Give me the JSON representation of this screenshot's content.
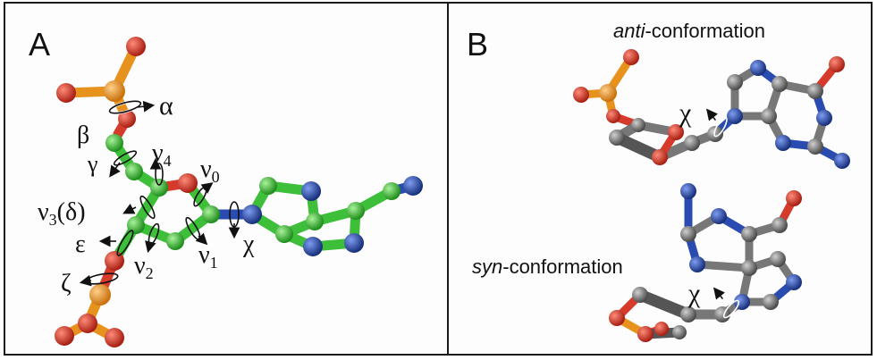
{
  "panels": {
    "a": {
      "letter": "A"
    },
    "b": {
      "letter": "B"
    }
  },
  "torsion_labels": {
    "alpha": "α",
    "beta": "β",
    "gamma": "γ",
    "epsilon": "ε",
    "zeta": "ζ",
    "chi": "χ",
    "nu": "ν",
    "nu0_sub": "0",
    "nu1_sub": "1",
    "nu2_sub": "2",
    "nu3_sub": "3",
    "nu4_sub": "4",
    "delta_paren": "(δ)"
  },
  "conformations": {
    "anti_prefix": "anti",
    "anti_suffix": "-conformation",
    "syn_prefix": "syn",
    "syn_suffix": "-conformation"
  },
  "colors": {
    "phosphorus": "#e8921e",
    "oxygen": "#d63a2a",
    "carbon_green": "#3dbf3a",
    "nitrogen": "#2a4bb0",
    "carbon_grey": "#777777"
  }
}
